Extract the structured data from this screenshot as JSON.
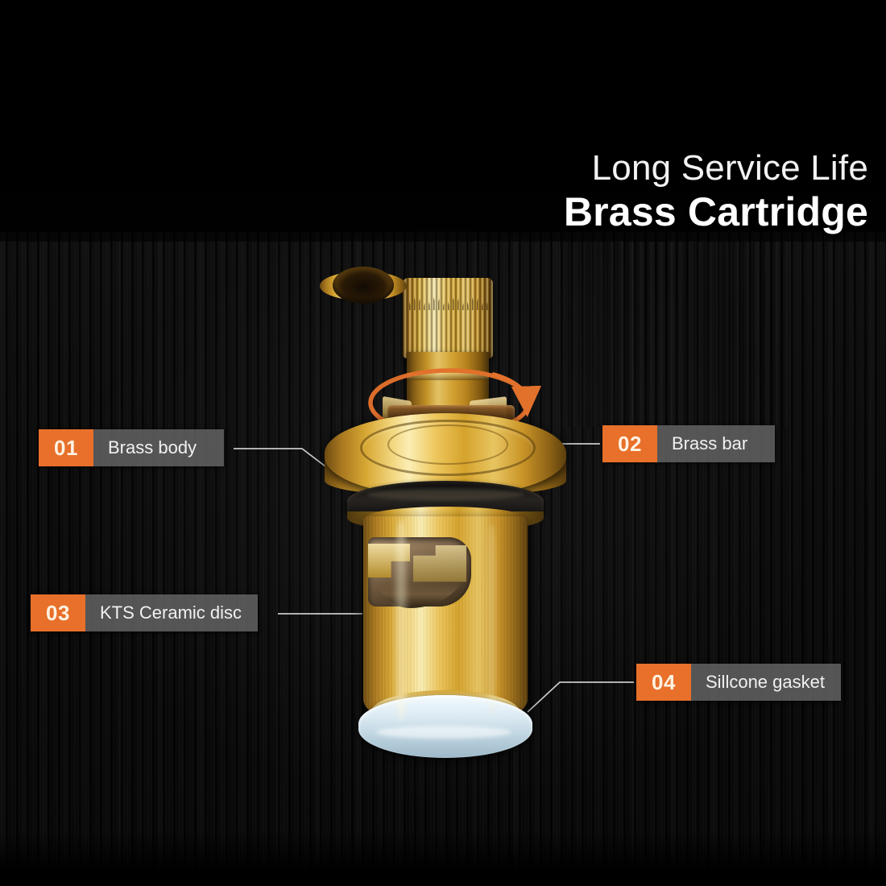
{
  "headline": {
    "line1": "Long Service Life",
    "line2": "Brass Cartridge"
  },
  "callouts": [
    {
      "number": "01",
      "label": "Brass body",
      "badge_color": "#e8702a",
      "bar_color": "#606060"
    },
    {
      "number": "02",
      "label": "Brass bar",
      "badge_color": "#e8702a",
      "bar_color": "#606060"
    },
    {
      "number": "03",
      "label": "KTS Ceramic disc",
      "badge_color": "#e8702a",
      "bar_color": "#606060"
    },
    {
      "number": "04",
      "label": "Sillcone gasket",
      "badge_color": "#e8702a",
      "bar_color": "#606060"
    }
  ],
  "product": {
    "name": "brass-faucet-cartridge",
    "rotation_indicator": "orange-circular-arrow",
    "rotation_color": "#e2712b",
    "brass_color": "#d7a733",
    "oring_color": "#141414",
    "gasket_color": "#dfeef7"
  },
  "background": {
    "color": "#050505",
    "texture": "dark-vertical-wood-grain"
  }
}
